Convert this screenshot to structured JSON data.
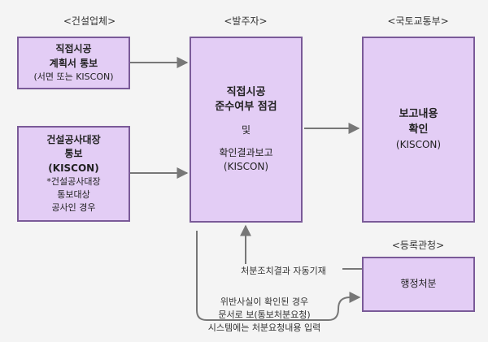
{
  "headers": {
    "contractor": "<건설업체>",
    "orderer": "<발주자>",
    "ministry": "<국토교통부>",
    "registration": "<등록관청>"
  },
  "boxes": {
    "direct_plan": [
      "직접시공",
      "계획서 통보",
      "(서면 또는 KISCON)"
    ],
    "ledger": [
      "건설공사대장",
      "통보",
      "(KISCON)",
      "*건설공사대장",
      "통보대상",
      "공사인 경우"
    ],
    "center": [
      "직접시공",
      "준수여부 점검",
      "및",
      "확인결과보고",
      "(KISCON)"
    ],
    "confirm": [
      "보고내용",
      "확인",
      "(KISCON)"
    ],
    "admin": [
      "행정처분"
    ]
  },
  "labels": {
    "auto_entry": "처분조치결과 자동기재",
    "violation": [
      "위반사실이 확인된 경우",
      "문서로 보(통보처분요청)",
      "시스템에는 처분요청내용 입력"
    ]
  }
}
